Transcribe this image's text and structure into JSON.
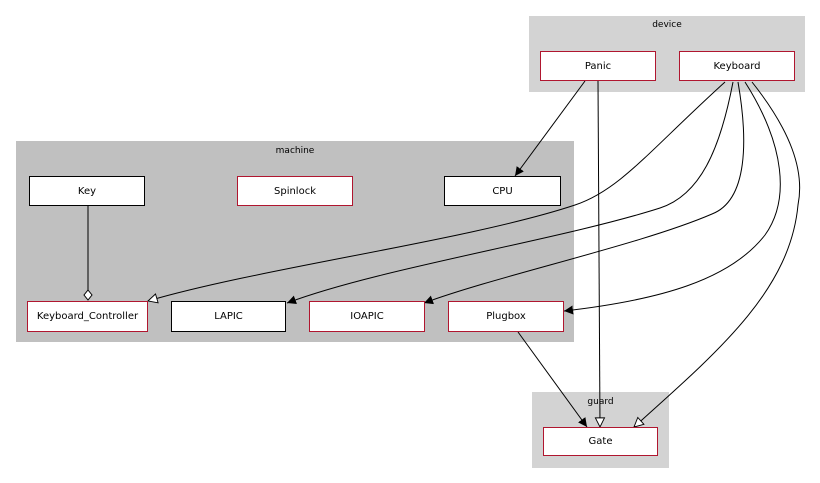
{
  "clusters": {
    "device": "device",
    "machine": "machine",
    "guard": "guard"
  },
  "nodes": {
    "panic": "Panic",
    "keyboard": "Keyboard",
    "key": "Key",
    "spinlock": "Spinlock",
    "cpu": "CPU",
    "keyboard_controller": "Keyboard_Controller",
    "lapic": "LAPIC",
    "ioapic": "IOAPIC",
    "plugbox": "Plugbox",
    "gate": "Gate"
  },
  "colors": {
    "cluster_device": "#d3d3d3",
    "cluster_machine": "#c0c0c0",
    "cluster_guard": "#d3d3d3",
    "node_border_red": "#b0162f",
    "node_border_black": "#000000"
  }
}
